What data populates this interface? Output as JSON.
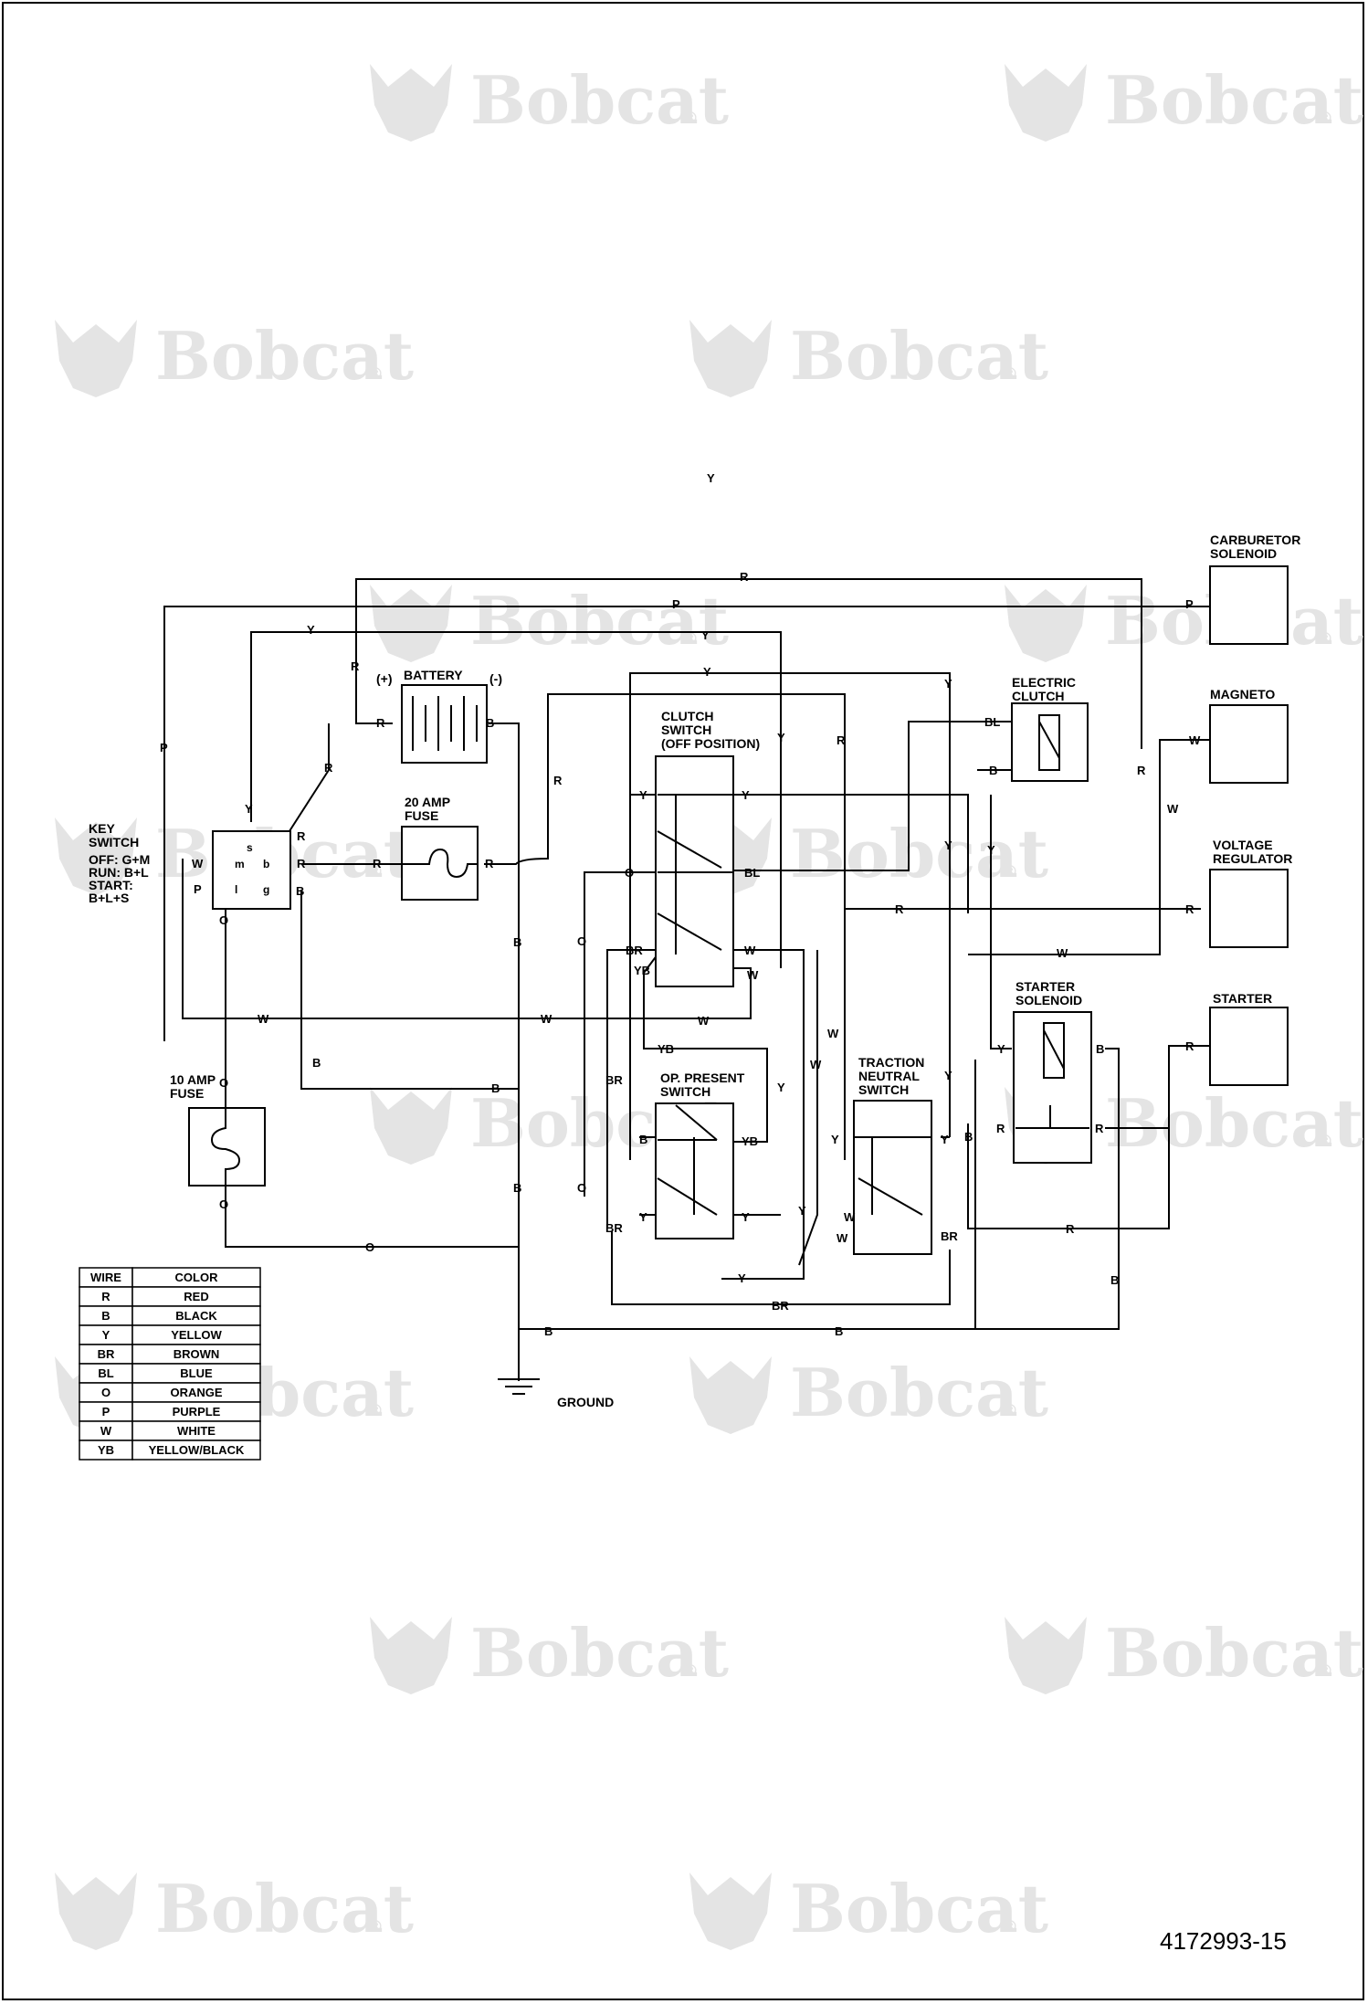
{
  "watermark": {
    "brand": "Bobcat",
    "mark": "®"
  },
  "components": {
    "key_switch": {
      "title": "KEY\nSWITCH",
      "modes": [
        "OFF: G+M",
        "RUN: B+L",
        "START:",
        "B+L+S"
      ],
      "terminals": [
        "s",
        "m",
        "b",
        "l",
        "g"
      ]
    },
    "battery": {
      "title": "BATTERY",
      "plus": "(+)",
      "minus": "(-)"
    },
    "fuse20": {
      "title": "20 AMP\nFUSE"
    },
    "fuse10": {
      "title": "10 AMP\nFUSE"
    },
    "clutch_switch": {
      "title": "CLUTCH\nSWITCH\n(OFF POSITION)"
    },
    "op_present_switch": {
      "title": "OP. PRESENT\nSWITCH"
    },
    "traction_neutral_switch": {
      "title": "TRACTION\nNEUTRAL\nSWITCH"
    },
    "electric_clutch": {
      "title": "ELECTRIC\nCLUTCH"
    },
    "starter_solenoid": {
      "title": "STARTER\nSOLENOID"
    },
    "carburetor_solenoid": {
      "title": "CARBURETOR\nSOLENOID"
    },
    "magneto": {
      "title": "MAGNETO"
    },
    "voltage_regulator": {
      "title": "VOLTAGE\nREGULATOR"
    },
    "starter": {
      "title": "STARTER"
    },
    "ground": {
      "title": "GROUND"
    }
  },
  "wire_table": {
    "headers": [
      "WIRE",
      "COLOR"
    ],
    "rows": [
      [
        "R",
        "RED"
      ],
      [
        "B",
        "BLACK"
      ],
      [
        "Y",
        "YELLOW"
      ],
      [
        "BR",
        "BROWN"
      ],
      [
        "BL",
        "BLUE"
      ],
      [
        "O",
        "ORANGE"
      ],
      [
        "P",
        "PURPLE"
      ],
      [
        "W",
        "WHITE"
      ],
      [
        "YB",
        "YELLOW/BLACK"
      ]
    ]
  },
  "document_number": "4172993-15"
}
